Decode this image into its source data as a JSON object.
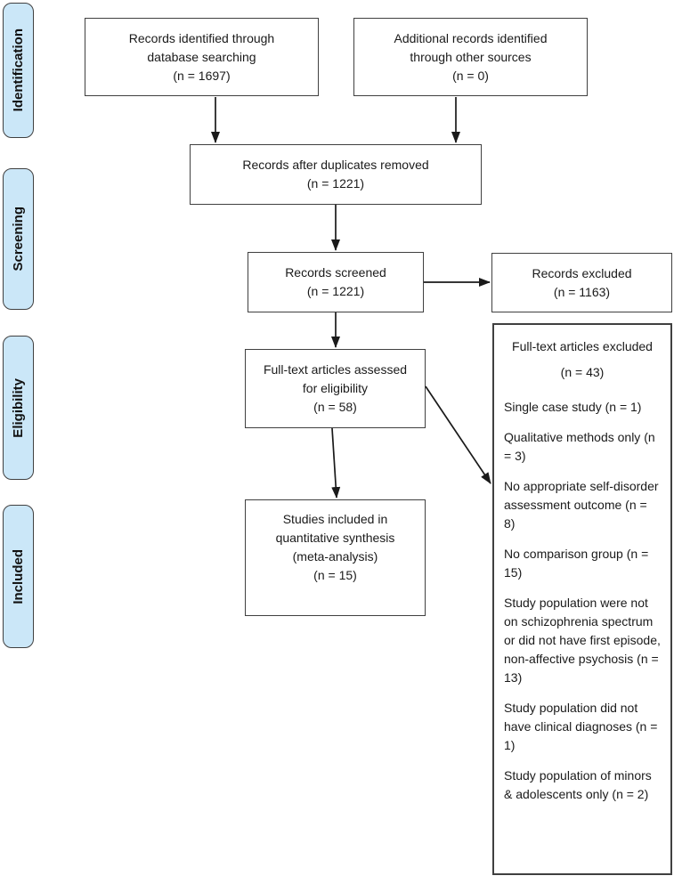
{
  "diagram": {
    "type": "prisma-flow-diagram",
    "stage_fill_color": "#cbe7f8",
    "box_border_color": "#404040",
    "stages": [
      {
        "label": "Identification"
      },
      {
        "label": "Screening"
      },
      {
        "label": "Eligibility"
      },
      {
        "label": "Included"
      }
    ],
    "boxes": {
      "identified_database": "Records identified through\ndatabase searching\n(n = 1697)",
      "identified_other": "Additional records identified\nthrough other sources\n(n = 0)",
      "duplicates_removed": "Records after duplicates removed\n(n = 1221)",
      "records_screened": "Records screened\n(n = 1221)",
      "records_excluded": "Records excluded\n(n = 1163)",
      "fulltext_assessed": "Full-text articles assessed\nfor eligibility\n(n = 58)",
      "studies_included": "Studies included in\nquantitative synthesis\n(meta-analysis)\n(n = 15)"
    },
    "excluded_fulltext": {
      "title": "Full-text articles excluded",
      "n": "(n = 43)",
      "reasons": [
        "Single case study (n = 1)",
        "Qualitative methods only (n = 3)",
        "No appropriate self-disorder assessment outcome (n = 8)",
        "No comparison group (n = 15)",
        "Study population were not on schizophrenia spectrum or did not have first episode, non-affective psychosis (n = 13)",
        "Study population did not have clinical diagnoses (n = 1)",
        "Study population of minors & adolescents only (n = 2)"
      ]
    }
  }
}
